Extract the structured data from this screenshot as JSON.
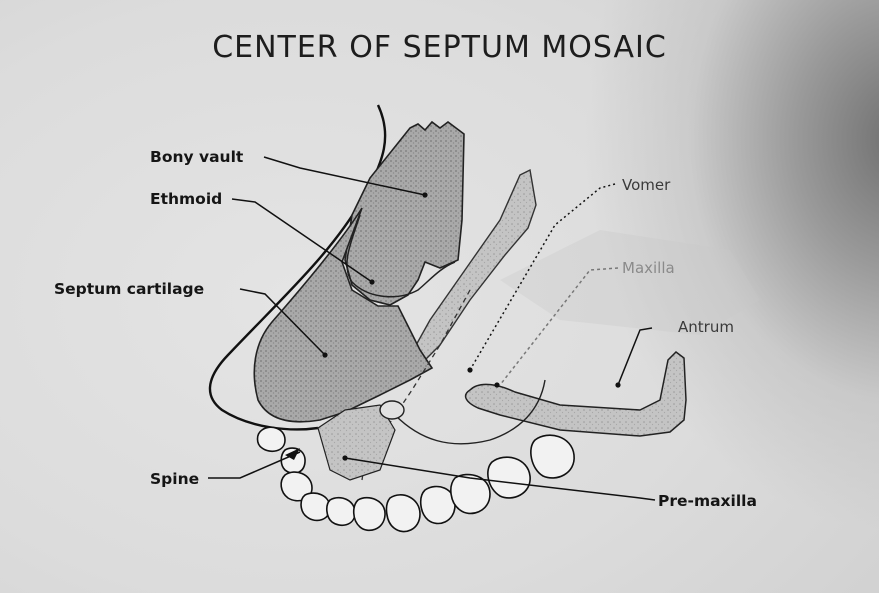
{
  "title": "CENTER OF SEPTUM MOSAIC",
  "labels": {
    "bony_vault": "Bony vault",
    "ethmoid": "Ethmoid",
    "septum_cartilage": "Septum cartilage",
    "spine": "Spine",
    "vomer": "Vomer",
    "maxilla": "Maxilla",
    "antrum": "Antrum",
    "pre_maxilla": "Pre-maxilla"
  }
}
